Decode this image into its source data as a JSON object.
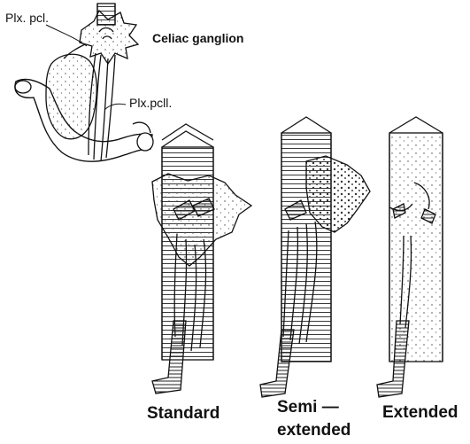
{
  "labels": {
    "plx_pcl_top": "Plx. pcl.",
    "celiac_ganglion": "Celiac  ganglion",
    "plx_pcll": "Plx.pcll."
  },
  "captions": {
    "standard": "Standard",
    "semi_line1": "Semi —",
    "semi_line2": "extended",
    "extended": "Extended"
  },
  "colors": {
    "ink": "#111111",
    "paper": "#ffffff"
  }
}
